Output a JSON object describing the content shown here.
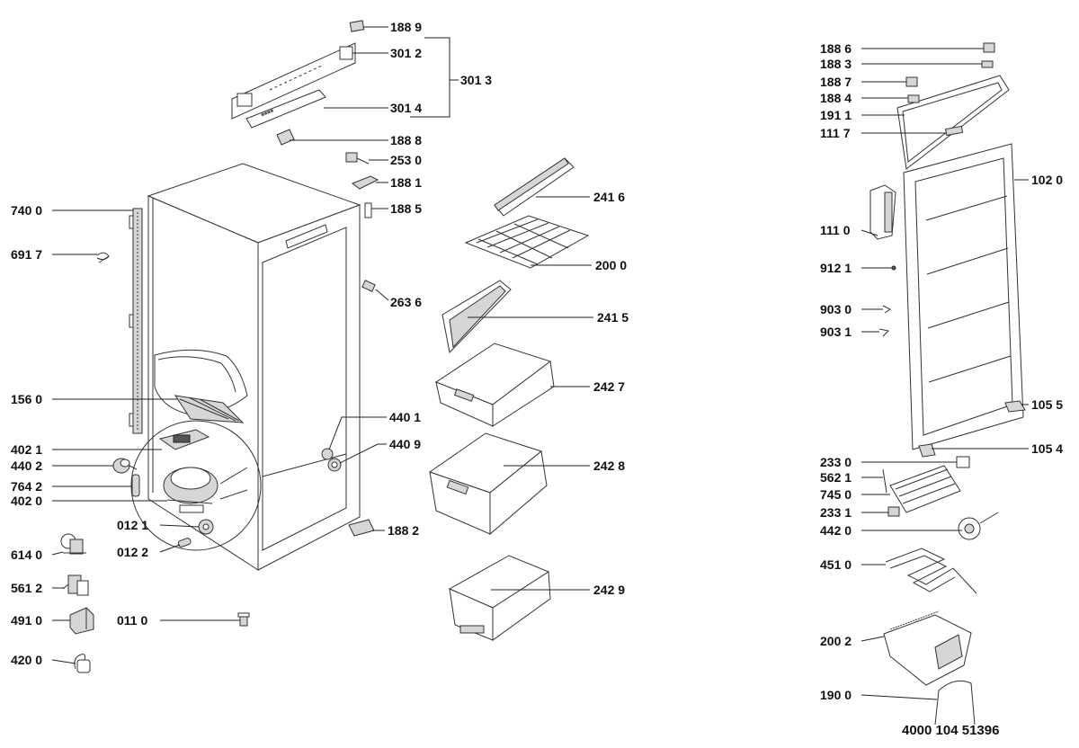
{
  "diagram": {
    "reference_number": "4000 104 51396",
    "labels": {
      "p1889": "188 9",
      "p3012": "301 2",
      "p3013": "301 3",
      "p3014": "301 4",
      "p1888": "188 8",
      "p2530": "253 0",
      "p1881": "188 1",
      "p1885": "188 5",
      "p7400": "740 0",
      "p6917": "691 7",
      "p2636": "263 6",
      "p1560": "156 0",
      "p4401": "440 1",
      "p4021": "402 1",
      "p4409": "440 9",
      "p4402": "440 2",
      "p7642": "764 2",
      "p4020": "402 0",
      "p0121": "012 1",
      "p0122": "012 2",
      "p1882": "188 2",
      "p6140": "614 0",
      "p5612": "561 2",
      "p4910": "491 0",
      "p0110": "011 0",
      "p4200": "420 0",
      "p2416": "241 6",
      "p2000": "200 0",
      "p2415": "241 5",
      "p2427": "242 7",
      "p2428": "242 8",
      "p2429": "242 9",
      "p1886": "188 6",
      "p1883": "188 3",
      "p1887": "188 7",
      "p1884": "188 4",
      "p1911": "191 1",
      "p1117": "111 7",
      "p1020": "102 0",
      "p1110": "111 0",
      "p9121": "912 1",
      "p9030": "903 0",
      "p9031": "903 1",
      "p1055": "105 5",
      "p1054": "105 4",
      "p2330": "233 0",
      "p5621": "562 1",
      "p7450": "745 0",
      "p2331": "233 1",
      "p4420": "442 0",
      "p4510": "451 0",
      "p2002": "200 2",
      "p1900": "190 0"
    }
  }
}
